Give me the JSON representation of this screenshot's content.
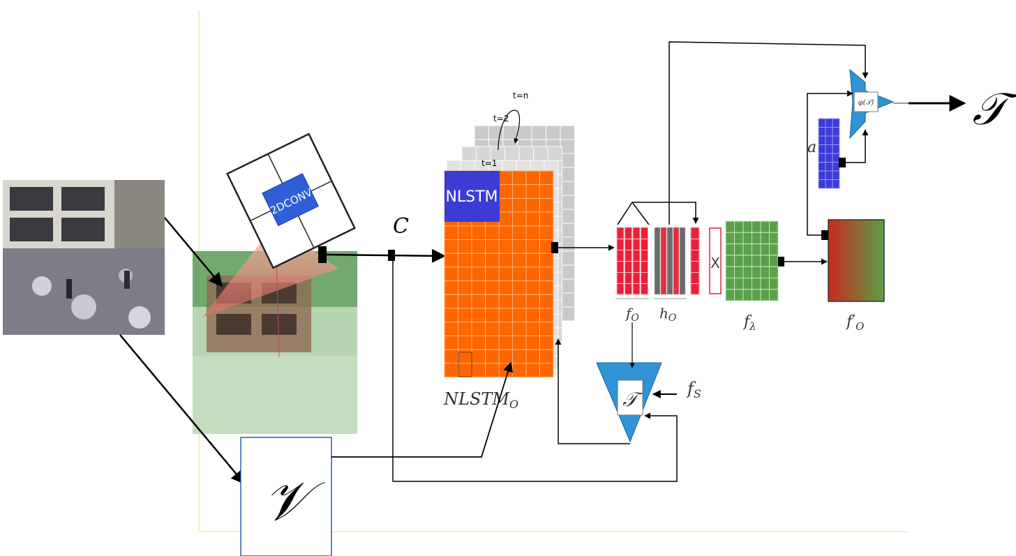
{
  "conv_block": {
    "label": "2DCONV"
  },
  "context": {
    "label": "C"
  },
  "nlstm": {
    "cell_label": "NLSTM",
    "time_labels": [
      "t=1",
      "t=2",
      "t=n"
    ],
    "caption": "NLSTM",
    "caption_sub": "O"
  },
  "features": {
    "f_o": {
      "main": "f",
      "sub": "O"
    },
    "h_o": {
      "main": "h",
      "sub": "O"
    },
    "f_lambda": {
      "main": "f",
      "sub": "λ"
    },
    "f_o_prime": {
      "main": "f′",
      "sub": "O"
    },
    "f_s": {
      "main": "f",
      "sub": "S"
    },
    "multiply": "X"
  },
  "fusion": {
    "symbol": "𝒯"
  },
  "output_gate": {
    "symbol": "φ(𝒯)"
  },
  "attention": {
    "label": "a"
  },
  "output": {
    "symbol": "𝒯"
  },
  "video": {
    "symbol": "𝒱"
  },
  "colors": {
    "orange": "#ff6600",
    "blue": "#3b3bd6",
    "green": "#5aa04a",
    "red": "#e8203a",
    "cyan": "#2f93d6",
    "grey": "#bdbdbd"
  }
}
